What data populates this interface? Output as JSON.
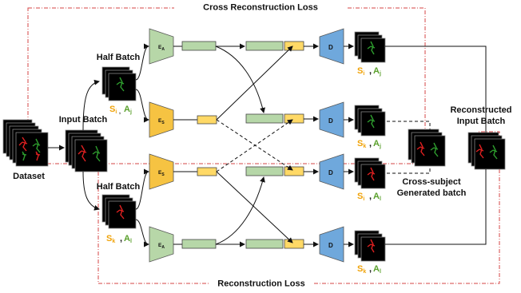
{
  "labels": {
    "cross_reconstruction_loss": "Cross Reconstruction Loss",
    "reconstruction_loss": "Reconstruction Loss",
    "dataset": "Dataset",
    "input_batch": "Input Batch",
    "half_batch_top": "Half Batch",
    "half_batch_bottom": "Half Batch",
    "cross_subject_line1": "Cross-subject",
    "cross_subject_line2": "Generated batch",
    "reconstructed_line1": "Reconstructed",
    "reconstructed_line2": "Input Batch"
  },
  "encoders": {
    "ea_top": {
      "main": "E",
      "sub": "A"
    },
    "es_top": {
      "main": "E",
      "sub": "S"
    },
    "es_bottom": {
      "main": "E",
      "sub": "S"
    },
    "ea_bottom": {
      "main": "E",
      "sub": "A"
    }
  },
  "decoder_label": "D",
  "tags": {
    "top_half": {
      "s": "S",
      "s_sub": "i",
      "a": "A",
      "a_sub": "j"
    },
    "bottom_half": {
      "s": "S",
      "s_sub": "k",
      "a": "A",
      "a_sub": "l"
    },
    "out1": {
      "s": "S",
      "s_sub": "i",
      "a": "A",
      "a_sub": "j"
    },
    "out2": {
      "s": "S",
      "s_sub": "k",
      "a": "A",
      "a_sub": "j"
    },
    "out3": {
      "s": "S",
      "s_sub": "i",
      "a": "A",
      "a_sub": "l"
    },
    "out4": {
      "s": "S",
      "s_sub": "k",
      "a": "A",
      "a_sub": "l"
    }
  },
  "colors": {
    "encoder_green": "#b7d7a8",
    "encoder_orange": "#f6c342",
    "decoder_blue": "#6fa8dc",
    "latent_green": "#b6d7a8",
    "latent_yellow": "#ffd966",
    "loss_line": "#d64545",
    "subject_tag": "#f0a30a",
    "action_tag": "#5aa02c"
  }
}
